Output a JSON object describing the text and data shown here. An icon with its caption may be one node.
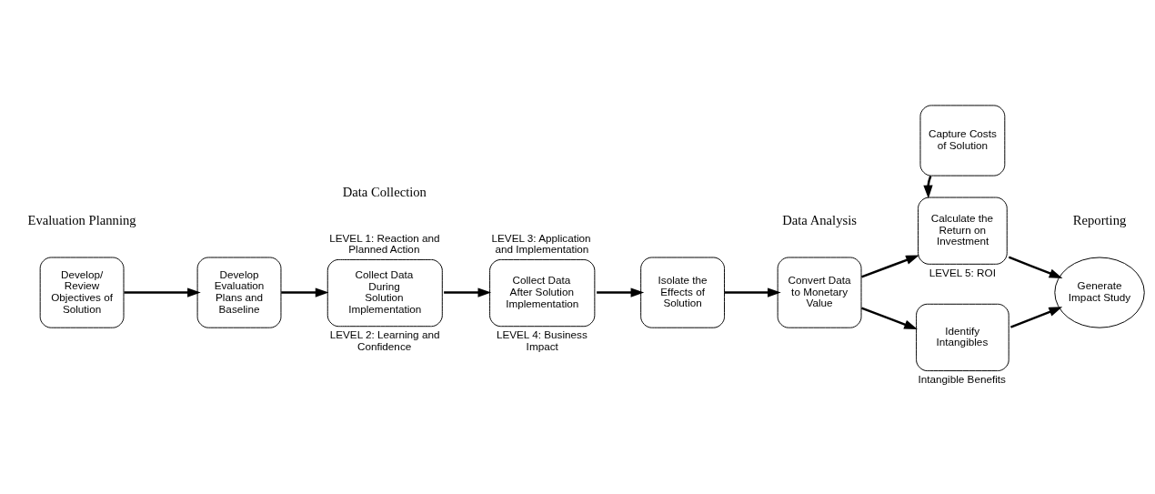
{
  "diagram": {
    "nodes": [
      {
        "text": [
          "Develop/ Review Objectives of Solution"
        ]
      },
      {
        "text": [
          "Develop Evaluation Plans and Baseline"
        ]
      },
      {
        "text": [
          "Collect Data During Solution Implementation"
        ],
        "beside": [
          "LEVEL 1: Reaction and Planned Action",
          "LEVEL 2: Learning and Confidence"
        ]
      },
      {
        "text": [
          "Collect Data After Solution Implementation"
        ],
        "beside": [
          "LEVEL 3: Application and Implementation",
          "LEVEL 4: Business Impact"
        ]
      },
      {
        "text": [
          "Isolate the Effects of Solution"
        ]
      },
      {
        "text": [
          "Convert Data to Monetary Value"
        ]
      },
      {
        "text": [
          "Capture Costs of Solution"
        ]
      },
      {
        "text": [
          "Calculate the Return on Investment"
        ],
        "beside": [
          "LEVEL 5: ROI"
        ]
      },
      {
        "text": [
          "Identify Intangibles"
        ],
        "beside": [
          "Intangible Benefits"
        ]
      },
      {
        "text": [
          "Generate Impact Study"
        ]
      }
    ],
    "edges": [
      {
        "from": 0,
        "to": 1,
        "arrow": "to"
      },
      {
        "from": 1,
        "to": 2,
        "arrow": "to"
      },
      {
        "from": 2,
        "to": 3,
        "arrow": "to"
      },
      {
        "from": 3,
        "to": 4,
        "arrow": "to"
      },
      {
        "from": 4,
        "to": 5,
        "arrow": "to"
      },
      {
        "from": 5,
        "to": 7,
        "arrow": "to"
      },
      {
        "from": 6,
        "to": 7,
        "arrow": "to"
      },
      {
        "from": 7,
        "to": 9,
        "arrow": "to"
      },
      {
        "from": 5,
        "to": 8,
        "arrow": "to"
      },
      {
        "from": 8,
        "to": 9,
        "arrow": "to"
      }
    ],
    "labels": [
      "Data Collection",
      "Data Analysis",
      "Reporting",
      "Evaluation Planning"
    ]
  }
}
